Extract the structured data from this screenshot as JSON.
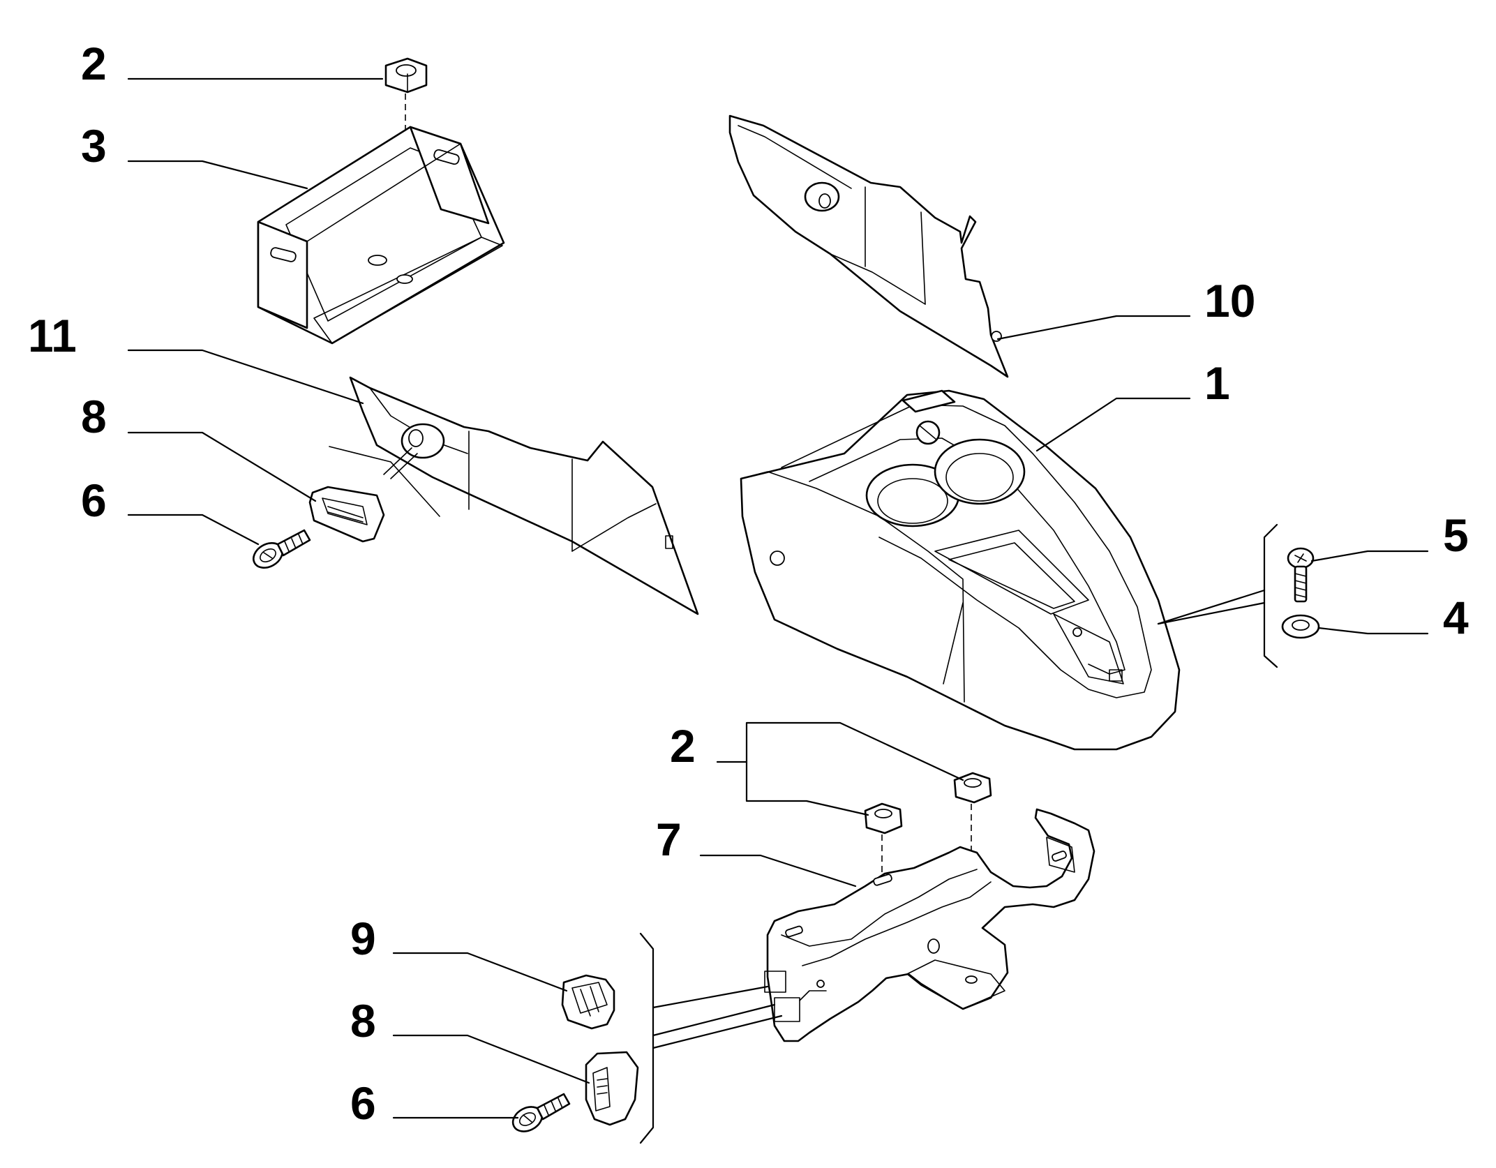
{
  "callouts": {
    "c1": "1",
    "c2_top": "2",
    "c2_bottom": "2",
    "c3": "3",
    "c4": "4",
    "c5": "5",
    "c6_top": "6",
    "c6_bottom": "6",
    "c7": "7",
    "c8_top": "8",
    "c8_bottom": "8",
    "c9": "9",
    "c10": "10",
    "c11": "11"
  },
  "colors": {
    "line": "#000000",
    "background": "#ffffff"
  }
}
